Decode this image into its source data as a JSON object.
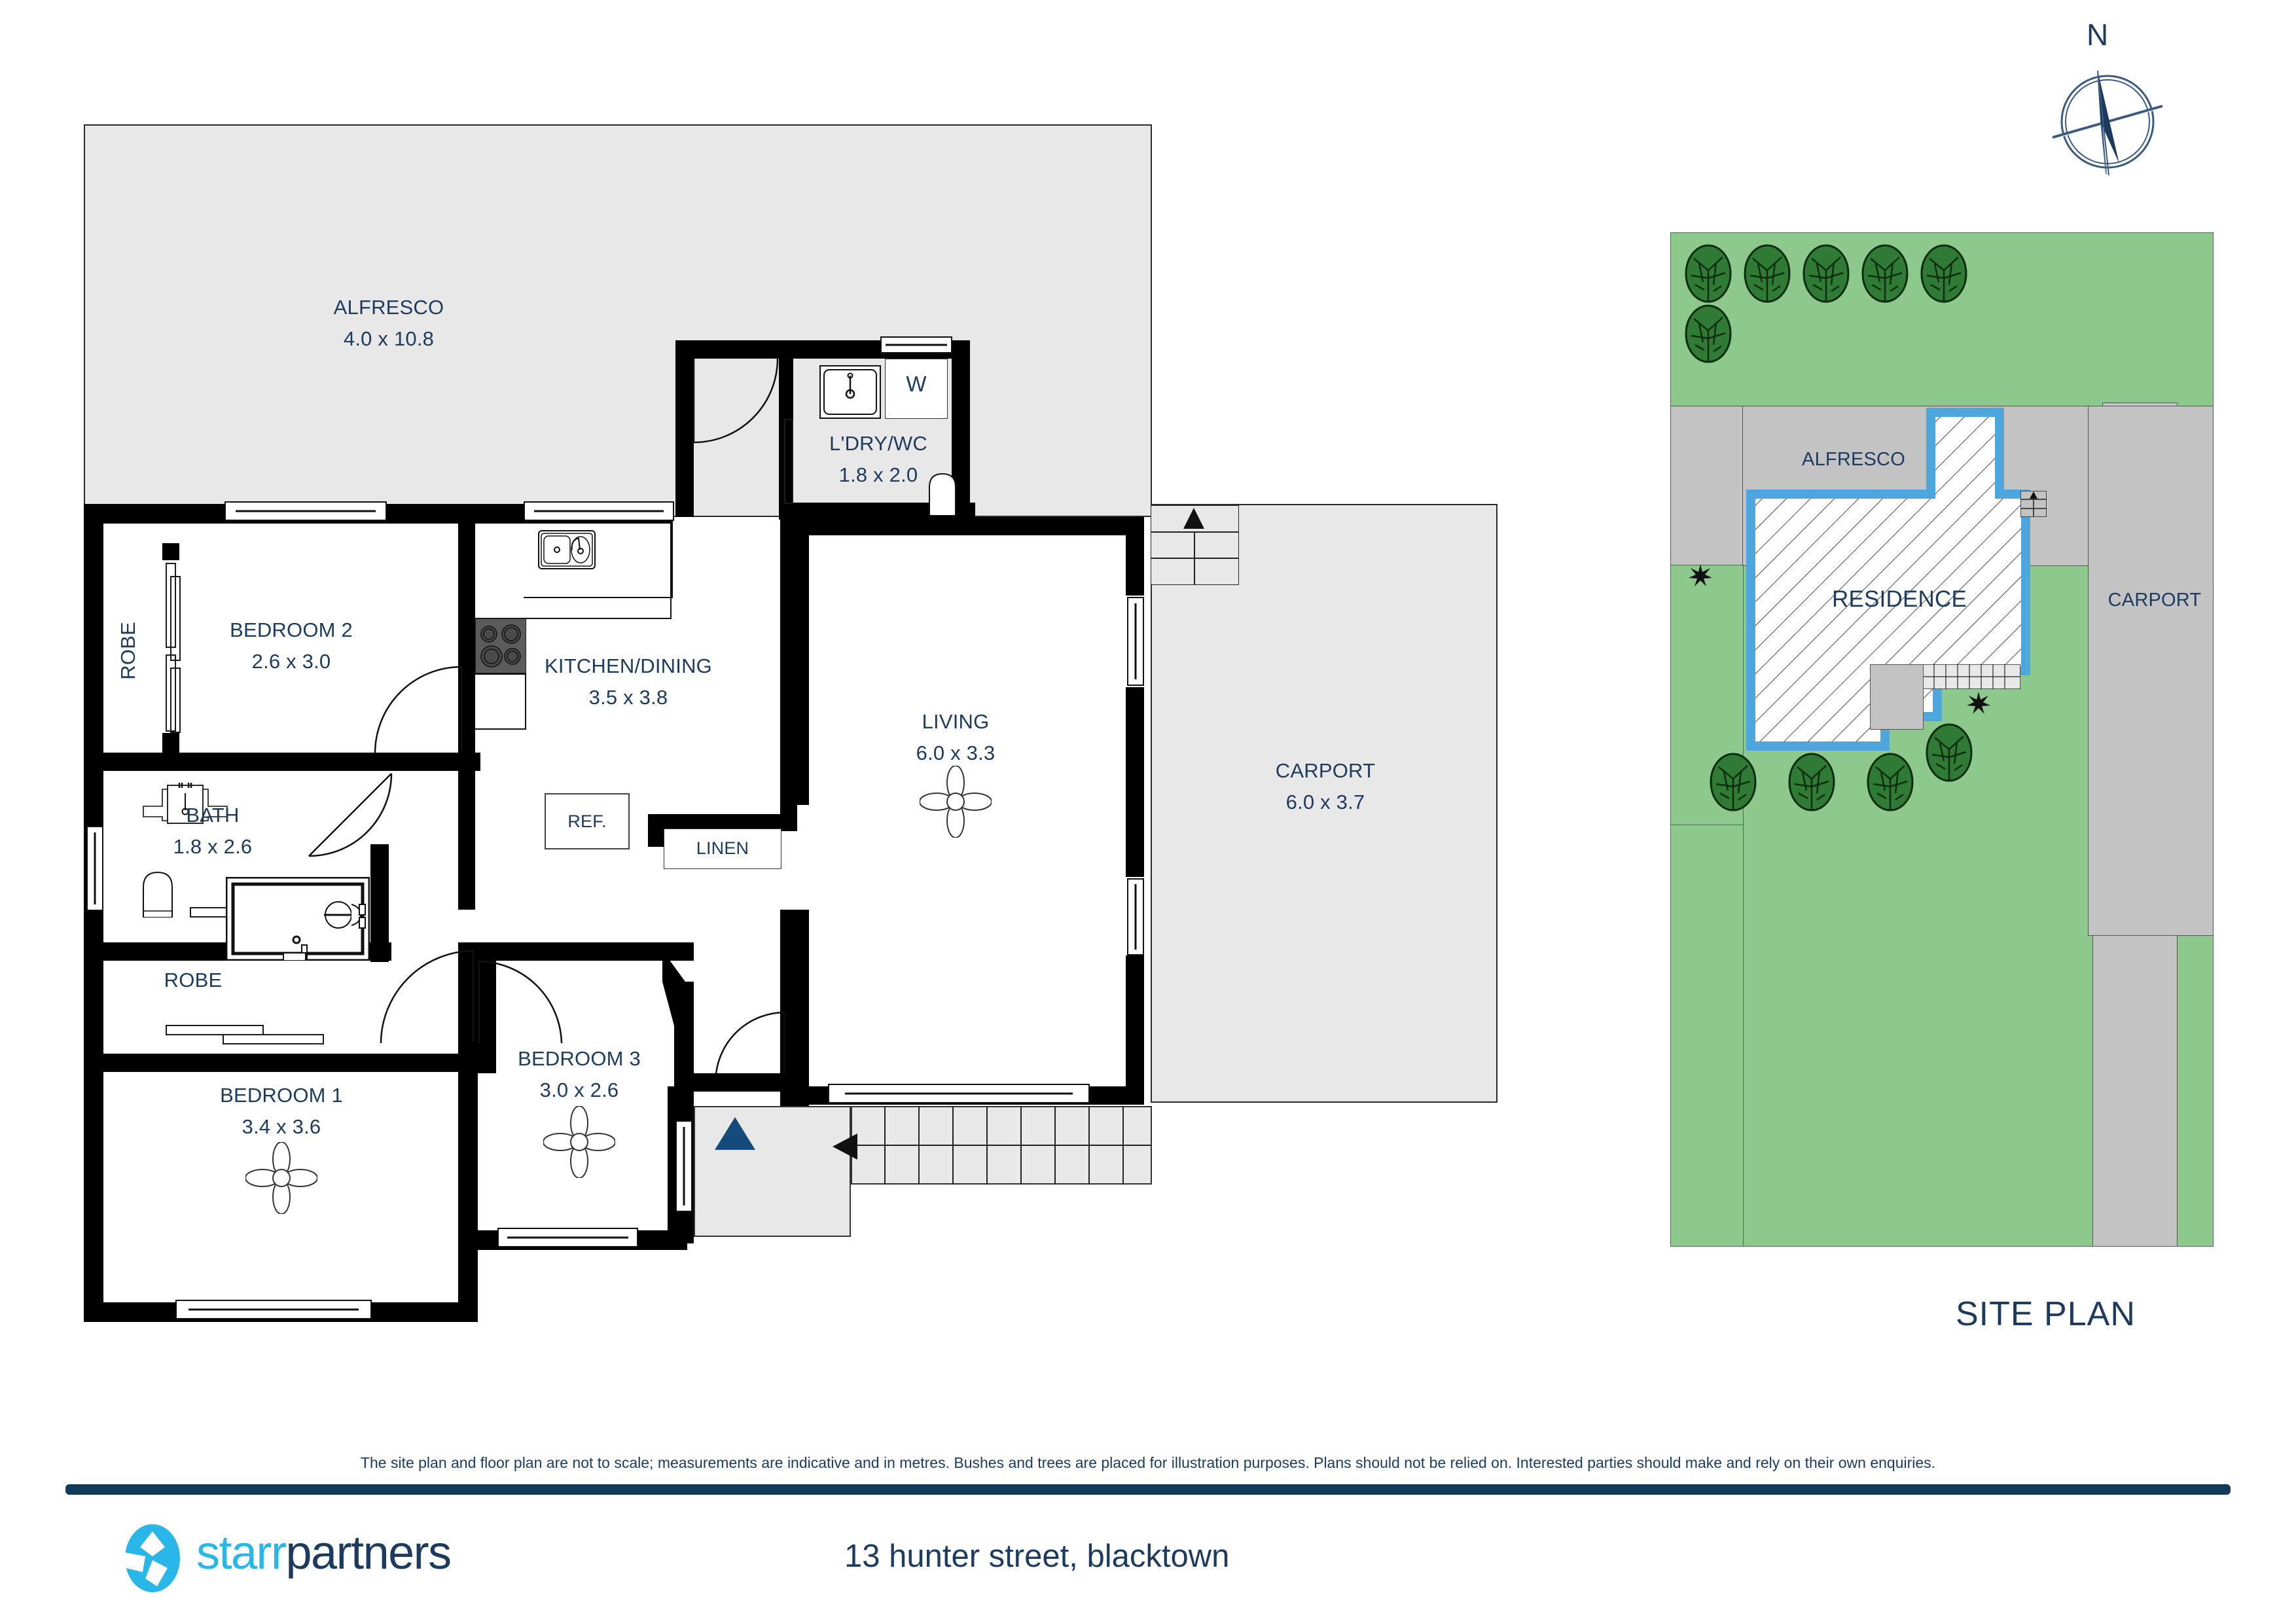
{
  "document": {
    "address": "13 hunter street, blacktown",
    "disclaimer": "The site plan and floor plan are not to scale; measurements are indicative and in metres. Bushes and trees are placed for illustration purposes. Plans should not be relied on. Interested parties should make and rely on their own enquiries.",
    "brand_part1": "starr",
    "brand_part2": "partners",
    "site_plan_title": "SITE PLAN",
    "compass_label": "N"
  },
  "colors": {
    "navy": "#1d3a5f",
    "brand_cyan": "#29b6e8",
    "grass_green": "#8dc98d",
    "tree_green": "#2f7a34",
    "paving_grey": "#c3c3c3",
    "slab_grey": "#e8e8e8",
    "residence_blue": "#4da6dd",
    "wall_black": "#000000"
  },
  "floor_plan": {
    "rooms": [
      {
        "id": "alfresco",
        "name": "ALFRESCO",
        "dim": "4.0 x 10.8"
      },
      {
        "id": "bedroom2",
        "name": "BEDROOM 2",
        "dim": "2.6 x 3.0"
      },
      {
        "id": "kitchen_dining",
        "name": "KITCHEN/DINING",
        "dim": "3.5 x 3.8"
      },
      {
        "id": "laundry_wc",
        "name": "L'DRY/WC",
        "dim": "1.8 x 2.0"
      },
      {
        "id": "living",
        "name": "LIVING",
        "dim": "6.0 x 3.3"
      },
      {
        "id": "carport",
        "name": "CARPORT",
        "dim": "6.0 x 3.7"
      },
      {
        "id": "bath",
        "name": "BATH",
        "dim": "1.8 x 2.6"
      },
      {
        "id": "bedroom1",
        "name": "BEDROOM 1",
        "dim": "3.4 x 3.6"
      },
      {
        "id": "bedroom3",
        "name": "BEDROOM 3",
        "dim": "3.0 x 2.6"
      }
    ],
    "annotations": [
      {
        "id": "robe_bedroom2",
        "label": "ROBE"
      },
      {
        "id": "robe_bedroom1",
        "label": "ROBE"
      },
      {
        "id": "linen",
        "label": "LINEN"
      },
      {
        "id": "fridge",
        "label": "REF."
      },
      {
        "id": "washer",
        "label": "W"
      }
    ]
  },
  "site_plan": {
    "labels": [
      {
        "id": "site-alfresco",
        "label": "ALFRESCO"
      },
      {
        "id": "site-residence",
        "label": "RESIDENCE"
      },
      {
        "id": "site-carport",
        "label": "CARPORT"
      }
    ],
    "tree_count_top": 6,
    "tree_count_bottom": 4,
    "shrub_count": 2
  }
}
